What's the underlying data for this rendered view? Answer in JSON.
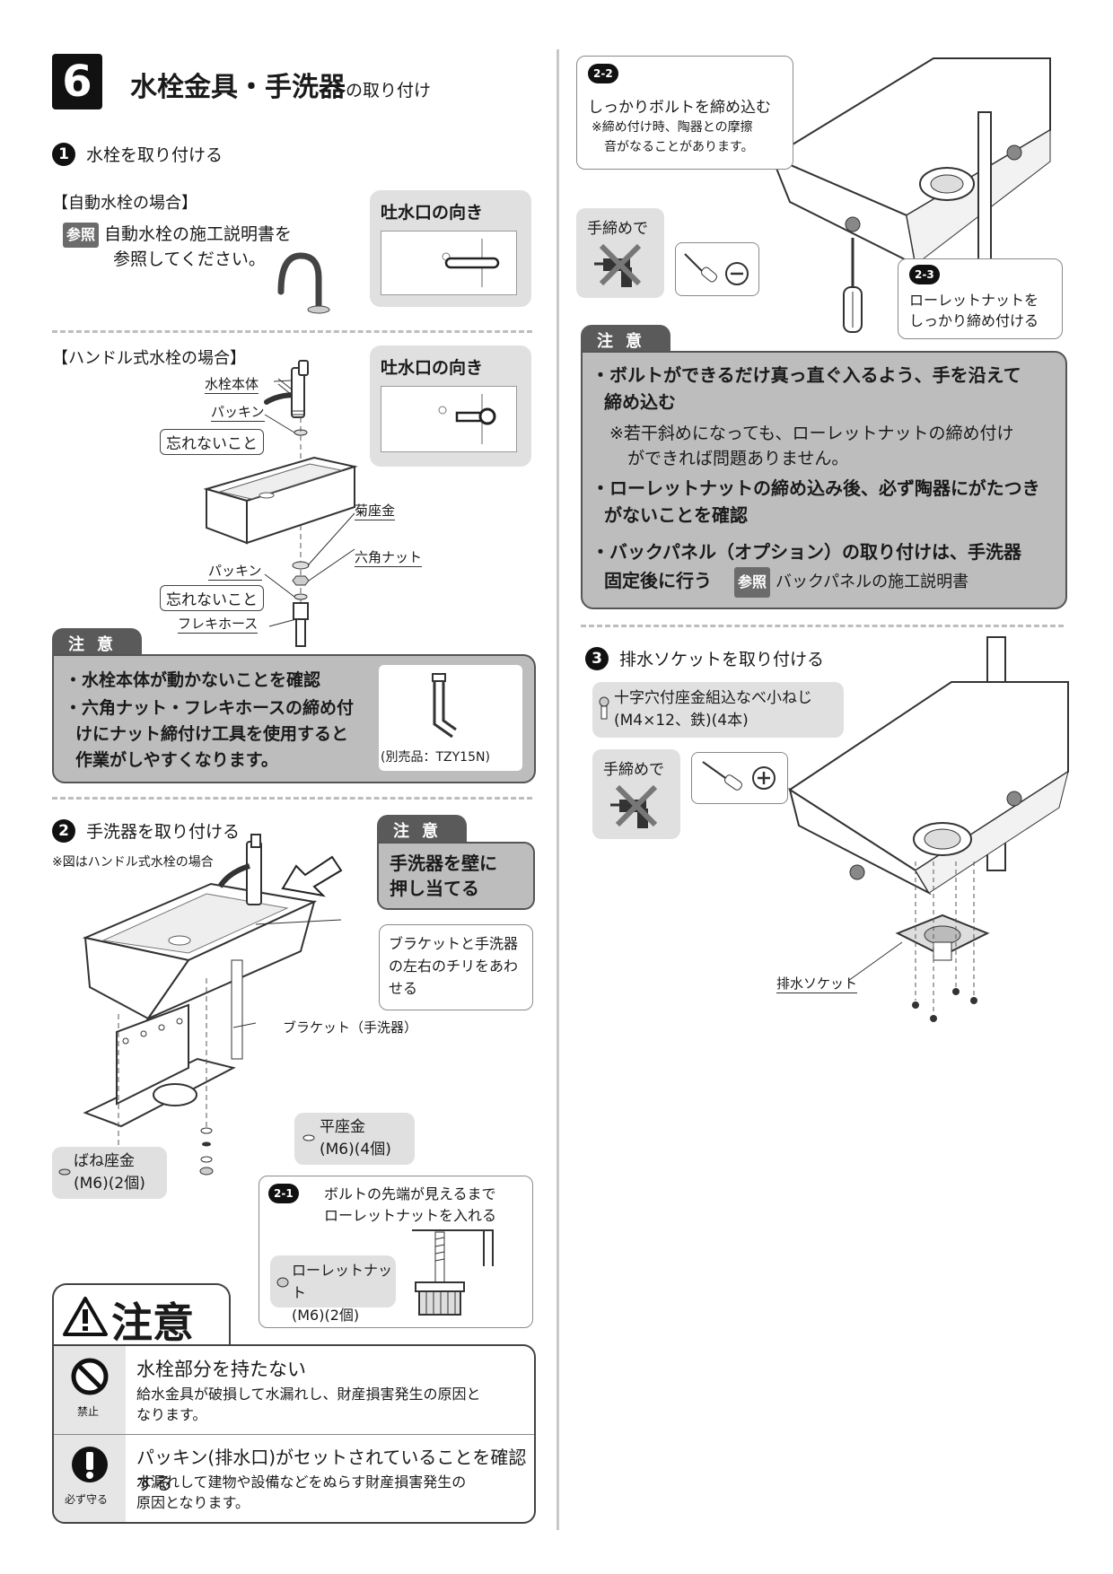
{
  "section": {
    "number": "6",
    "title_main": "水栓金具・手洗器",
    "title_suffix": "の取り付け"
  },
  "step1": {
    "num": "1",
    "title": "水栓を取り付ける",
    "auto_header": "【自動水栓の場合】",
    "ref_icon_label": "参照",
    "ref_text_line1": "自動水栓の施工説明書を",
    "ref_text_line2": "参照してください。",
    "spout_dir_title_1": "吐水口の向き",
    "handle_header": "【ハンドル式水栓の場合】",
    "spout_dir_title_2": "吐水口の向き",
    "labels": {
      "faucet_body": "水栓本体",
      "packing_top": "パッキン",
      "dont_forget_top": "忘れないこと",
      "kiku_washer": "菊座金",
      "hex_nut": "六角ナット",
      "packing_bottom": "パッキン",
      "dont_forget_bottom": "忘れないこと",
      "flexi_hose": "フレキホース"
    },
    "caution_tab": "注意",
    "caution_item1": "・水栓本体が動かないことを確認",
    "caution_item2_l1": "・六角ナット・フレキホースの締め付",
    "caution_item2_l2": "けにナット締付け工具を使用すると",
    "caution_item2_l3": "作業がしやすくなります。",
    "tool_caption": "(別売品：TZY15N)"
  },
  "step2": {
    "num": "2",
    "title": "手洗器を取り付ける",
    "note": "※図はハンドル式水栓の場合",
    "caution_tab": "注意",
    "push_l1": "手洗器を壁に",
    "push_l2": "押し当てる",
    "bracket_note_l1": "ブラケットと手洗器",
    "bracket_note_l2": "の左右のチリをあわ",
    "bracket_note_l3": "せる",
    "bracket_label": "ブラケット（手洗器）",
    "flat_washer_l1": "平座金",
    "flat_washer_l2": "(M6)(4個)",
    "spring_washer_l1": "ばね座金",
    "spring_washer_l2": "(M6)(2個)",
    "sub1_label": "2-1",
    "sub1_text_l1": "ボルトの先端が見えるまで",
    "sub1_text_l2": "ローレットナットを入れる",
    "knurl_l1": "ローレットナット",
    "knurl_l2": "(M6)(2個)"
  },
  "warning": {
    "title": "注意",
    "row1_icon_label": "禁止",
    "row1_title": "水栓部分を持たない",
    "row1_text_l1": "給水金具が破損して水漏れし、財産損害発生の原因と",
    "row1_text_l2": "なります。",
    "row2_icon_label": "必ず守る",
    "row2_title": "パッキン(排水口)がセットされていることを確認する",
    "row2_text_l1": "水漏れして建物や設備などをぬらす財産損害発生の",
    "row2_text_l2": "原因となります。"
  },
  "right": {
    "sub2_label": "2-2",
    "sub2_text": "しっかりボルトを締め込む",
    "sub2_note_l1": "※締め付け時、陶器との摩擦",
    "sub2_note_l2": "音がなることがあります。",
    "hand_tight_1": "手締めで",
    "sub3_label": "2-3",
    "sub3_text_l1": "ローレットナットを",
    "sub3_text_l2": "しっかり締め付ける",
    "caution_tab": "注意",
    "caution1_l1": "・ボルトができるだけ真っ直ぐ入るよう、手を沿えて",
    "caution1_l2": "締め込む",
    "caution_note_l1": "※若干斜めになっても、ローレットナットの締め付け",
    "caution_note_l2": "ができれば問題ありません。",
    "caution2_l1": "・ローレットナットの締め込み後、必ず陶器にがたつき",
    "caution2_l2": "がないことを確認",
    "caution3_l1": "・バックパネル（オプション）の取り付けは、手洗器",
    "caution3_l2": "固定後に行う",
    "ref_icon_label": "参照",
    "caution3_ref": "バックパネルの施工説明書",
    "step3_num": "3",
    "step3_title": "排水ソケットを取り付ける",
    "screw_l1": "十字穴付座金組込なべ小ねじ",
    "screw_l2": "(M4×12、鉄)(4本)",
    "hand_tight_2": "手締めで",
    "drain_socket_label": "排水ソケット"
  }
}
